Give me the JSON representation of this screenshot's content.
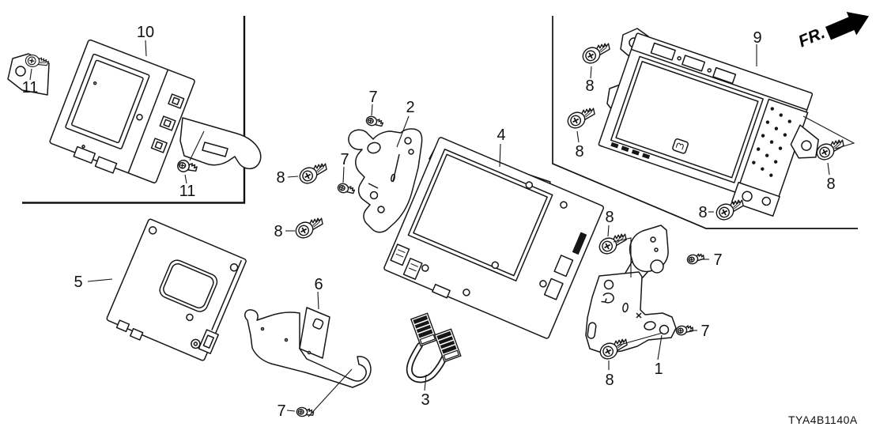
{
  "diagram": {
    "code": "TYA4B1140A",
    "fr_label": "FR.",
    "callouts": {
      "1": "1",
      "2": "2",
      "3": "3",
      "4": "4",
      "5": "5",
      "6": "6",
      "7": "7",
      "8": "8",
      "9": "9",
      "10": "10",
      "11": "11"
    }
  }
}
